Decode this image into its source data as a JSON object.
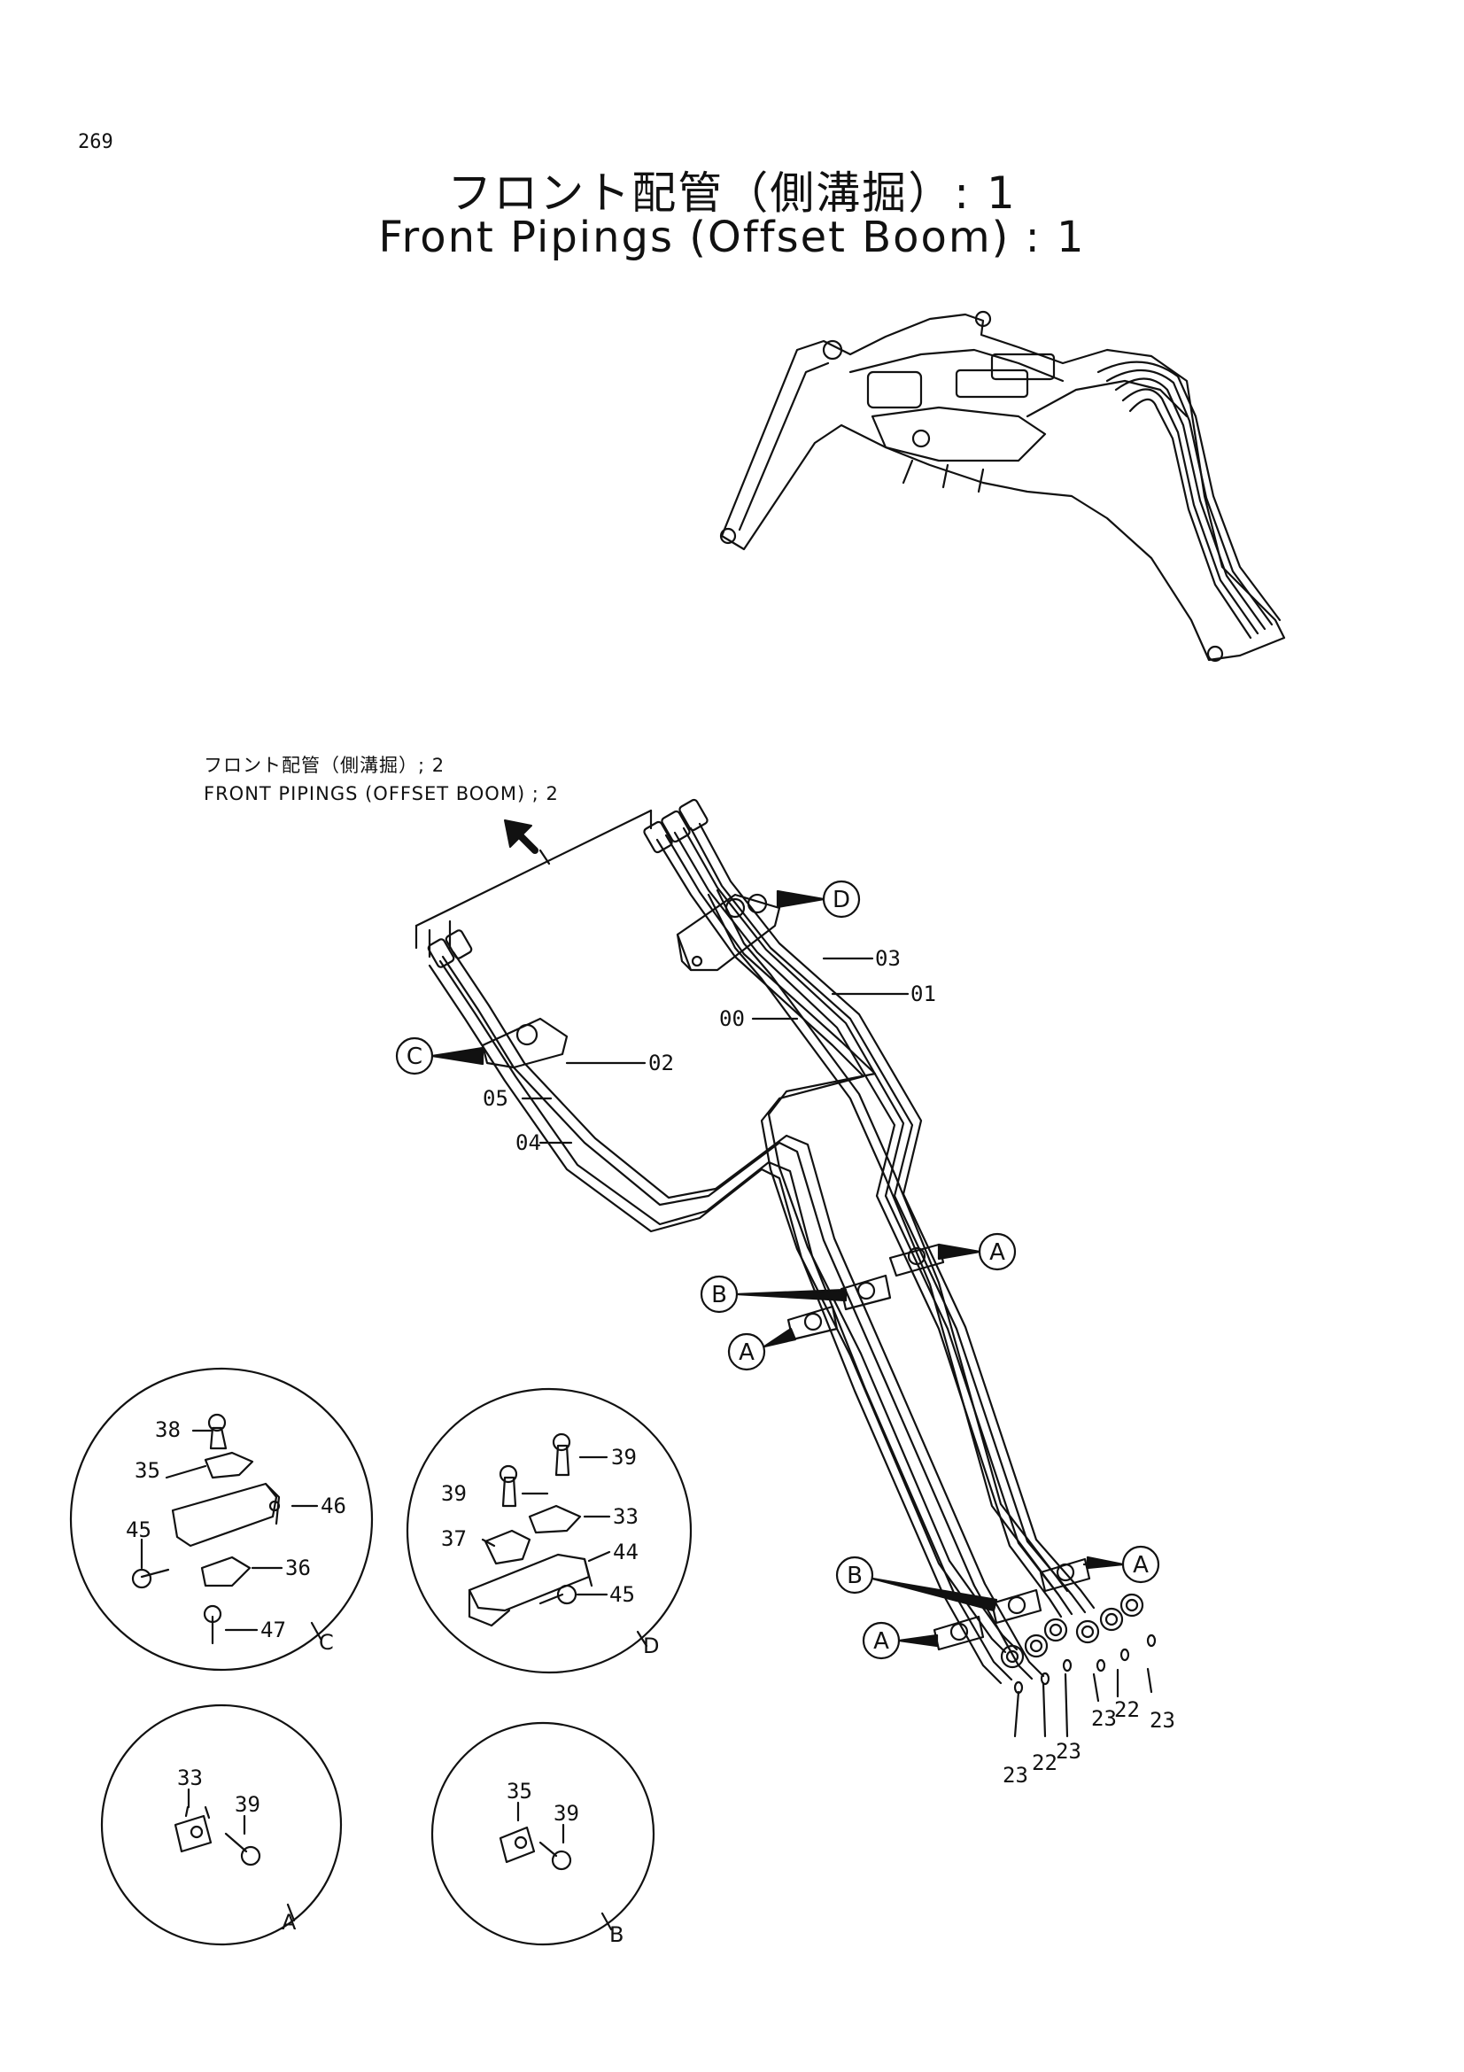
{
  "page_number": "269",
  "title_jp": "フロント配管（側溝掘）: 1",
  "title_en": "Front Pipings (Offset Boom) : 1",
  "ref_jp": "フロント配管（側溝掘）; 2",
  "ref_en": "FRONT PIPINGS (OFFSET BOOM) ; 2",
  "callouts": {
    "p03": "03",
    "p01": "01",
    "p00": "00",
    "p02": "02",
    "p05": "05",
    "p04": "04",
    "c_D": "D",
    "c_C": "C",
    "c_A1": "A",
    "c_B1": "B",
    "c_A2": "A",
    "c_A3": "A",
    "c_B2": "B",
    "c_A4": "A"
  },
  "seal_labels": {
    "s1": "23",
    "s2": "22",
    "s3": "23",
    "s4": "23",
    "s5": "22",
    "s6": "23"
  },
  "detail_C": {
    "letter": "C",
    "parts": {
      "p38": "38",
      "p35": "35",
      "p46": "46",
      "p45": "45",
      "p36": "36",
      "p47": "47"
    }
  },
  "detail_D": {
    "letter": "D",
    "parts": {
      "p39a": "39",
      "p39b": "39",
      "p33": "33",
      "p37": "37",
      "p44": "44",
      "p45": "45"
    }
  },
  "detail_A": {
    "letter": "A",
    "parts": {
      "p33": "33",
      "p39": "39"
    }
  },
  "detail_B": {
    "letter": "B",
    "parts": {
      "p35": "35",
      "p39": "39"
    }
  }
}
